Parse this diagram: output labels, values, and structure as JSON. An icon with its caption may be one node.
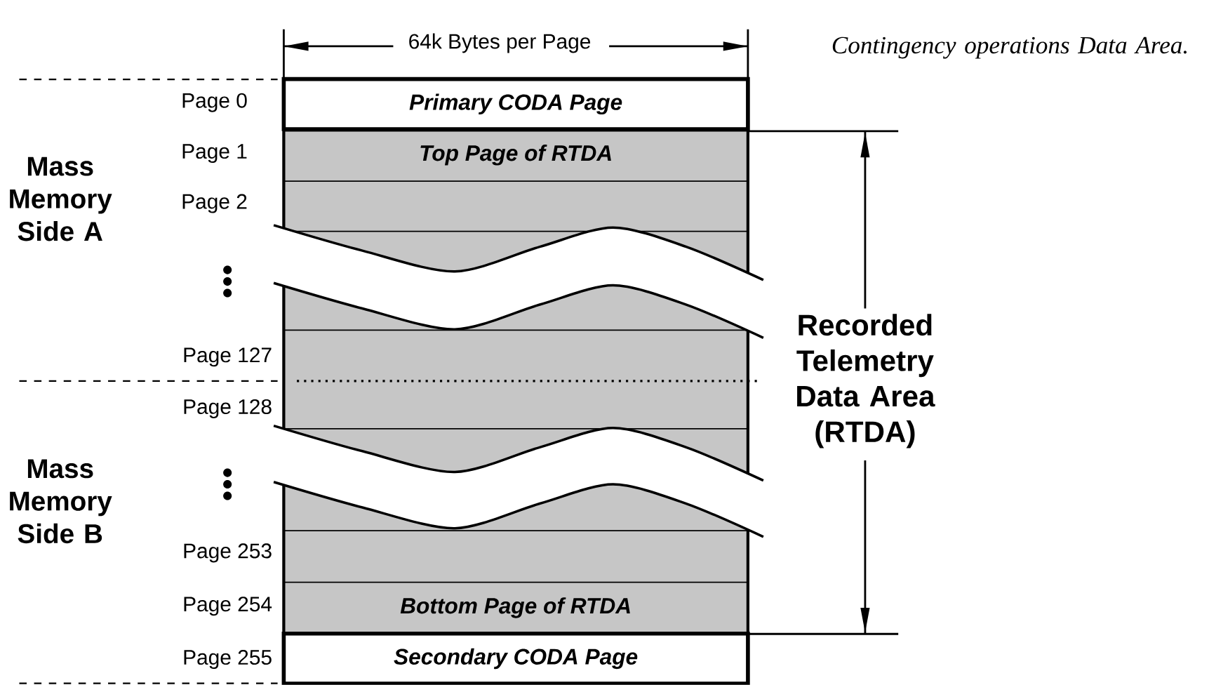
{
  "diagram": {
    "nodes": [
      {
        "text": [
          "Primary CODA Page"
        ]
      },
      {
        "text": [
          "Top Page of RTDA"
        ]
      },
      {
        "text": [
          "Bottom Page of RTDA"
        ]
      },
      {
        "text": [
          "Secondary CODA Page"
        ]
      }
    ],
    "labels": [
      "64k Bytes per Page",
      "Contingency operations Data Area.",
      "Mass Memory Side A",
      "Page 0",
      "Page 1",
      "Page 2",
      "Page 127",
      "Page 128",
      "Mass Memory Side B",
      "Page 253",
      "Page 254",
      "Page 255",
      "Recorded Telemetry Data Area (RTDA)"
    ]
  }
}
